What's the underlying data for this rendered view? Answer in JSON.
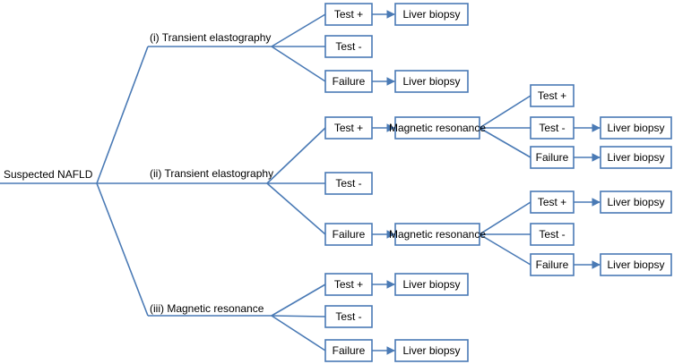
{
  "colors": {
    "line": "#4a7ab5",
    "box_fill": "#ffffff",
    "text": "#000000"
  },
  "root_label": "Suspected NAFLD",
  "branches": [
    {
      "label": "(i) Transient elastography",
      "outcomes": [
        {
          "label": "Test +",
          "next": "Liver biopsy"
        },
        {
          "label": "Test -"
        },
        {
          "label": "Failure",
          "next": "Liver biopsy"
        }
      ]
    },
    {
      "label": "(ii) Transient elastography",
      "outcomes": [
        {
          "label": "Test +",
          "next": "Magnetic resonance",
          "sub_outcomes": [
            {
              "label": "Test +"
            },
            {
              "label": "Test -",
              "next": "Liver biopsy"
            },
            {
              "label": "Failure",
              "next": "Liver biopsy"
            }
          ]
        },
        {
          "label": "Test -"
        },
        {
          "label": "Failure",
          "next": "Magnetic resonance",
          "sub_outcomes": [
            {
              "label": "Test +",
              "next": "Liver biopsy"
            },
            {
              "label": "Test -"
            },
            {
              "label": "Failure",
              "next": "Liver biopsy"
            }
          ]
        }
      ]
    },
    {
      "label": "(iii) Magnetic resonance",
      "outcomes": [
        {
          "label": "Test +",
          "next": "Liver biopsy"
        },
        {
          "label": "Test -"
        },
        {
          "label": "Failure",
          "next": "Liver biopsy"
        }
      ]
    }
  ]
}
